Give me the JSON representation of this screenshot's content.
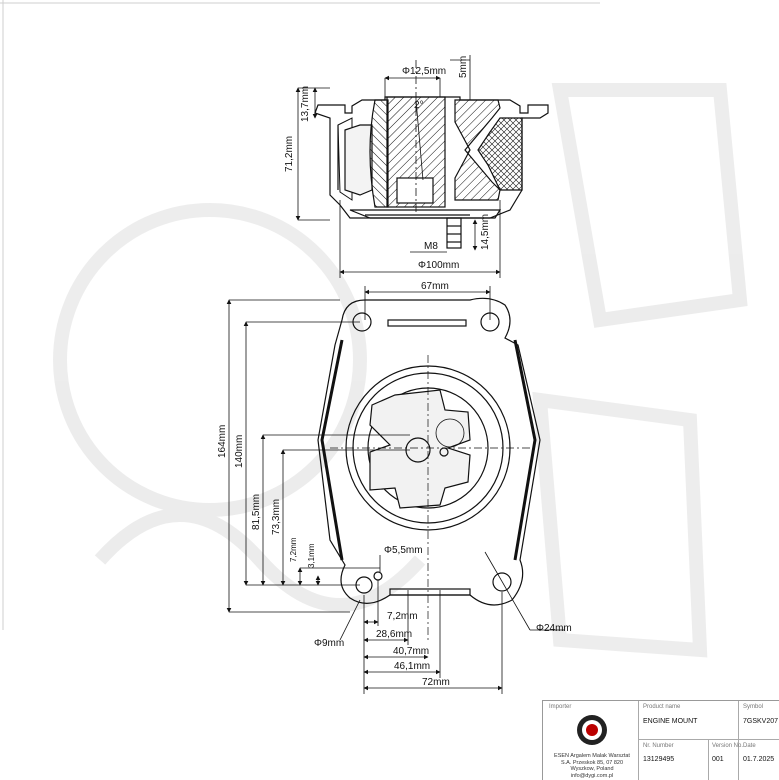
{
  "drawing": {
    "top_view": {
      "dims": {
        "hole": "Φ12,5mm",
        "bolt_len": "5mm",
        "offset": "13,7mm",
        "angle": "2°",
        "height": "71,2mm",
        "thread": "M8",
        "stud": "14,5mm",
        "diameter": "Φ100mm"
      }
    },
    "plan_view": {
      "dims": {
        "spacing_top": "67mm",
        "length": "164mm",
        "hole_spacing": "140mm",
        "d815": "81,5mm",
        "d733": "73,3mm",
        "d72v": "7,2mm",
        "d31": "3,1mm",
        "hole_small": "Φ5,5mm",
        "hole_mount": "Φ9mm",
        "d72h": "7,2mm",
        "d286": "28,6mm",
        "d407": "40,7mm",
        "d461": "46,1mm",
        "width": "72mm",
        "boss": "Φ24mm"
      }
    }
  },
  "title_block": {
    "importer_label": "Importer",
    "company_text": "ESEN Argalem Malak Warsztat S.A. Przeskok 85, 07 820 Wyszkow, Poland info@dygi.com.pl",
    "product_name_label": "Product name",
    "product_name": "ENGINE MOUNT",
    "symbol_label": "Symbol",
    "symbol": "7GSKV207",
    "no_label": "Nr. Number",
    "no_value": "13129495",
    "version_label": "Version No.",
    "version_value": "001",
    "date_label": "Date",
    "date_value": "01.7.2025"
  }
}
